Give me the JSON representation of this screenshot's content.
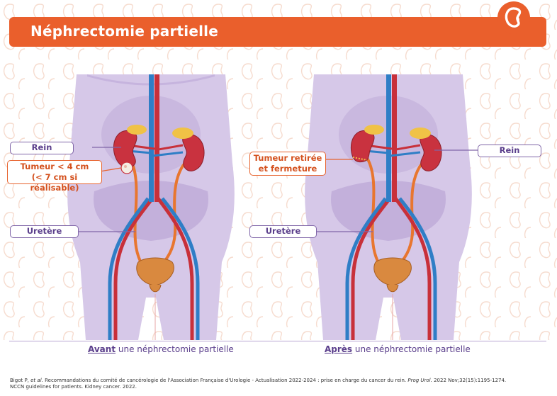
{
  "header": {
    "title": "Néphrectomie partielle"
  },
  "left_panel": {
    "label_rein": "Rein",
    "label_tumeur_line1": "Tumeur < 4 cm",
    "label_tumeur_line2": "(< 7 cm si réalisable)",
    "label_uretere": "Uretère",
    "caption_emph": "Avant",
    "caption_rest": " une néphrectomie partielle"
  },
  "right_panel": {
    "label_rein": "Rein",
    "label_tumeur_line1": "Tumeur retirée",
    "label_tumeur_line2": "et fermeture",
    "label_uretere": "Uretère",
    "caption_emph": "Après",
    "caption_rest": " une néphrectomie partielle"
  },
  "references": {
    "ref1_authors": "Bigot P, ",
    "ref1_etal": "et al.",
    "ref1_text": " Recommandations du comité de cancérologie de l'Association Française d'Urologie - Actualisation 2022-2024 : prise en charge du cancer du rein. ",
    "ref1_journal": "Prog Urol.",
    "ref1_tail": " 2022 Nov;32(15):1195-1274.",
    "ref2": "NCCN guidelines for patients. Kidney cancer. 2022."
  },
  "colors": {
    "accent": "#ea5f2c",
    "label_purple": "#5b3f8c",
    "body_silhouette": "#d6c8e8",
    "artery": "#c8303a",
    "vein": "#2f7ec6",
    "ureter": "#e8762f",
    "kidney": "#c9323f",
    "adrenal": "#f0c246",
    "bladder": "#d9893f"
  }
}
